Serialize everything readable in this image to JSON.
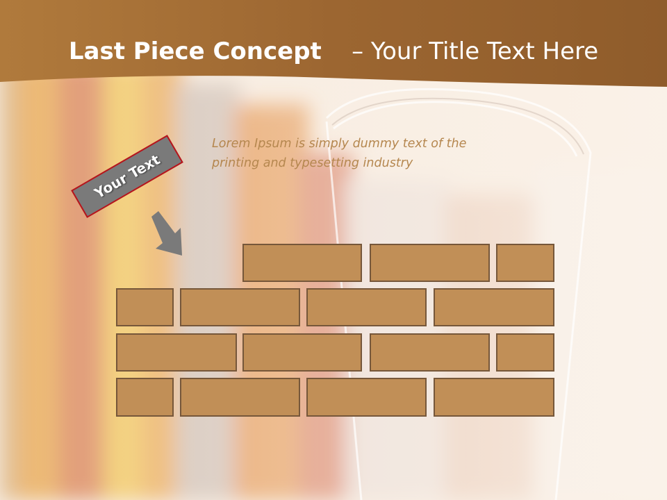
{
  "slide": {
    "title_bold": "Last Piece Concept",
    "title_rest": "– Your Title Text Here",
    "subtitle_line1": "Lorem Ipsum is simply dummy text of the",
    "subtitle_line2": "printing and typesetting industry",
    "tag_label": "Your Text"
  },
  "colors": {
    "header": "#8a5a2b",
    "brick_fill": "#c18f57",
    "brick_border": "#76573a",
    "tag_fill": "#7a7a7a",
    "tag_border": "#b8141b",
    "subtitle_text": "#b5874f"
  },
  "icons": {
    "arrow": "down-right-arrow-icon"
  }
}
